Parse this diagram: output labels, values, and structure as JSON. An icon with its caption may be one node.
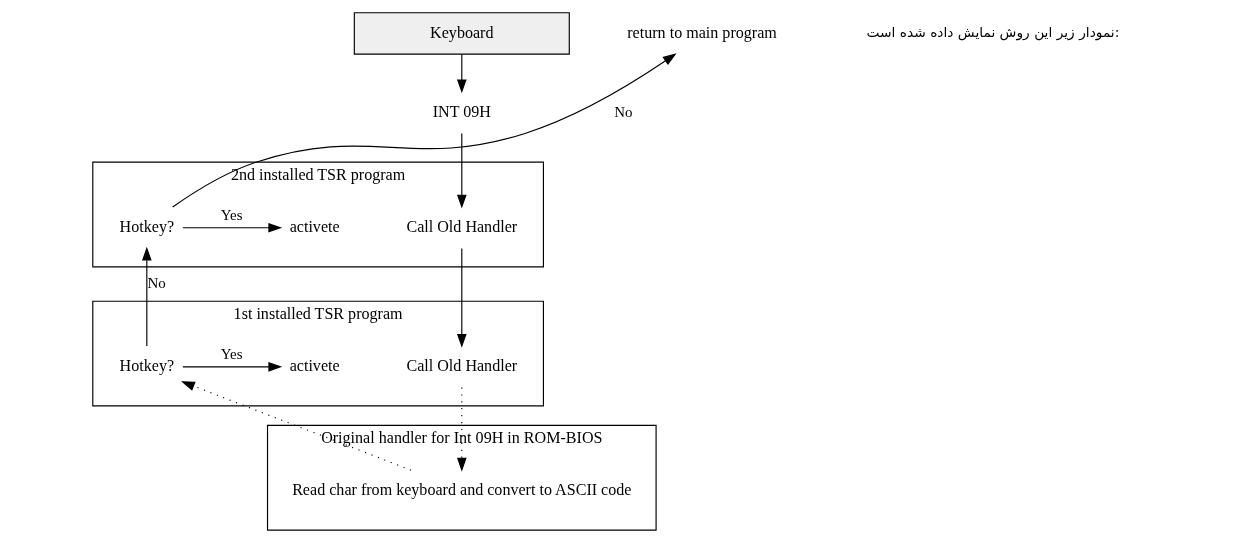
{
  "diagram": {
    "nodes": [
      {
        "text": [
          "Keyboard"
        ]
      },
      {
        "text": [
          "INT 09H"
        ]
      },
      {
        "text": [
          "2nd installed TSR program"
        ]
      },
      {
        "text": [
          "Call Old Handler"
        ],
        "in": 2
      },
      {
        "text": [
          "activete"
        ],
        "in": 2
      },
      {
        "text": [
          "Hotkey?"
        ],
        "in": 2
      },
      {
        "text": [
          "return to main program"
        ]
      },
      {
        "text": [
          "1st installed TSR program"
        ]
      },
      {
        "text": [
          "Call Old Handler"
        ],
        "in": 7
      },
      {
        "text": [
          "activete"
        ],
        "in": 7
      },
      {
        "text": [
          "Hotkey?"
        ],
        "in": 7
      },
      {
        "text": [
          "Original handler for Int 09H in ROM-BIOS"
        ]
      },
      {
        "text": [
          "Read char from keyboard and convert to ASCII code"
        ],
        "in": 11
      }
    ],
    "edges": [
      {
        "from": 0,
        "to": 1,
        "arrow": "to"
      },
      {
        "from": 1,
        "to": 3,
        "arrow": "to"
      },
      {
        "from": 5,
        "to": 4,
        "arrow": "to",
        "label": "Yes"
      },
      {
        "from": 5,
        "to": 6,
        "arrow": "to",
        "label": "No"
      },
      {
        "from": 3,
        "to": 8,
        "arrow": "to"
      },
      {
        "from": 10,
        "to": 9,
        "arrow": "to",
        "label": "Yes"
      },
      {
        "from": 10,
        "to": 5,
        "arrow": "to",
        "label": "No"
      },
      {
        "from": 8,
        "to": 12,
        "arrow": "to",
        "style": "dashed"
      },
      {
        "from": 12,
        "to": 10,
        "arrow": "to",
        "style": "dashed"
      }
    ],
    "labels": [
      "نمودار زیر این روش نمایش داده شده است:"
    ]
  }
}
